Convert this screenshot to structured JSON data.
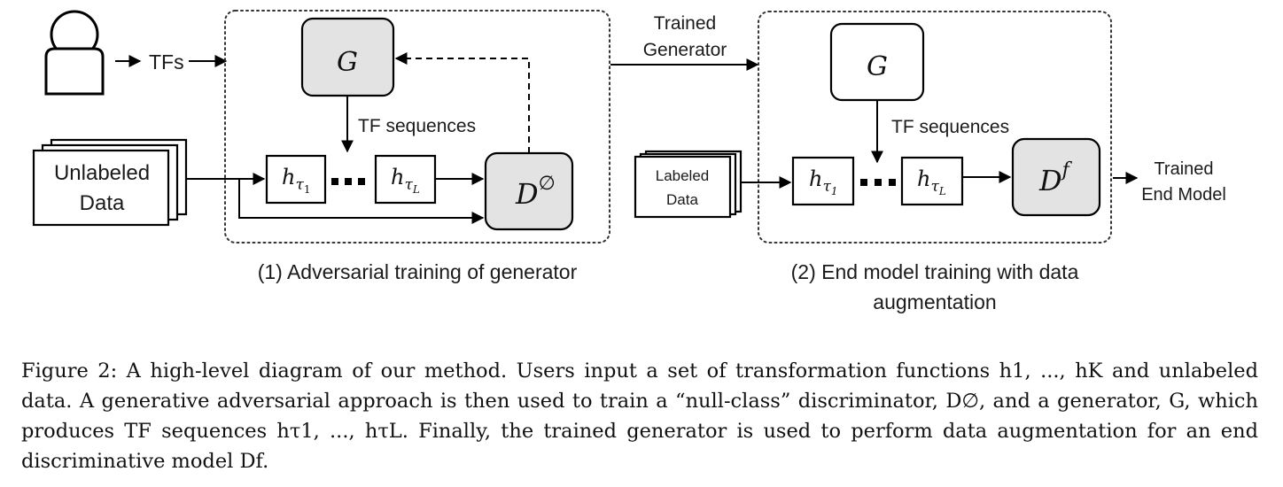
{
  "diagram": {
    "user_input_label": "TFs",
    "unlabeled_data": [
      "Unlabeled",
      "Data"
    ],
    "generator_symbol": "G",
    "tf_sequences_label": "TF sequences",
    "h_symbol": "h",
    "tau_symbol": "τ",
    "index_first": "1",
    "index_last": "L",
    "discriminator_null": {
      "base": "D",
      "sup": "∅"
    },
    "discriminator_end": {
      "base": "D",
      "sup": "f"
    },
    "trained_generator_label": [
      "Trained",
      "Generator"
    ],
    "labeled_data": [
      "Labeled",
      "Data"
    ],
    "trained_end_model_label": [
      "Trained",
      "End Model"
    ],
    "stage1_caption": "(1) Adversarial training of generator",
    "stage2_caption": [
      "(2) End model training with data",
      "augmentation"
    ]
  },
  "caption": {
    "figure_label": "Figure 2:",
    "text": "A high-level diagram of our method. Users input a set of transformation functions h1, ..., hK and unlabeled data. A generative adversarial approach is then used to train a “null-class” discriminator, D∅, and a generator, G, which produces TF sequences hτ1, ..., hτL. Finally, the trained generator is used to perform data augmentation for an end discriminative model Df."
  }
}
